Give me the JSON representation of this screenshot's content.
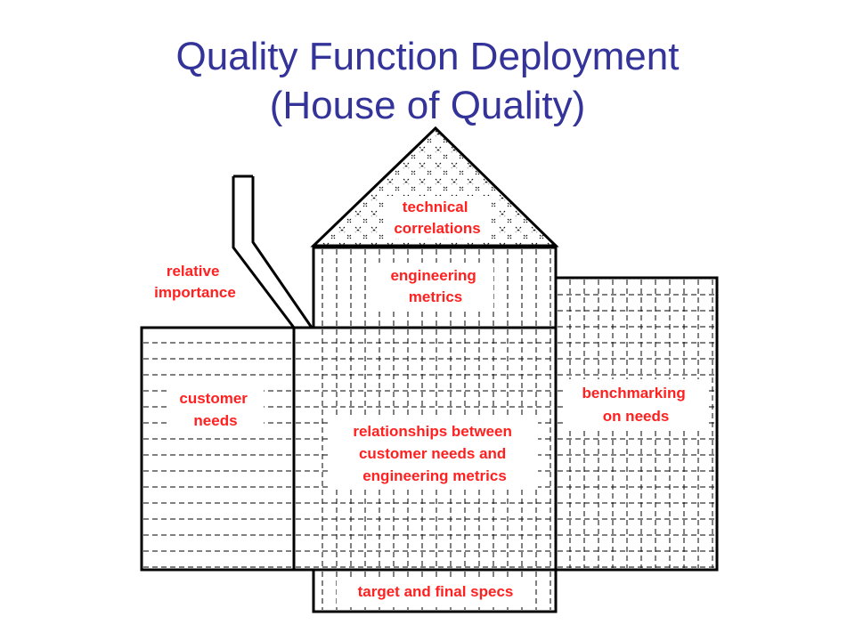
{
  "title": {
    "line1": "Quality Function Deployment",
    "line2": "(House of Quality)"
  },
  "labels": {
    "technical_correlations": [
      "technical",
      "correlations"
    ],
    "engineering_metrics": [
      "engineering",
      "metrics"
    ],
    "relative_importance": [
      "relative",
      "importance"
    ],
    "customer_needs": [
      "customer",
      "needs"
    ],
    "relationships": [
      "relationships between",
      "customer needs and",
      "engineering metrics"
    ],
    "benchmarking": [
      "benchmarking",
      "on needs"
    ],
    "target_specs": "target and final specs"
  },
  "colors": {
    "title": "#33339a",
    "label": "#ff2020",
    "outline": "#000000"
  }
}
